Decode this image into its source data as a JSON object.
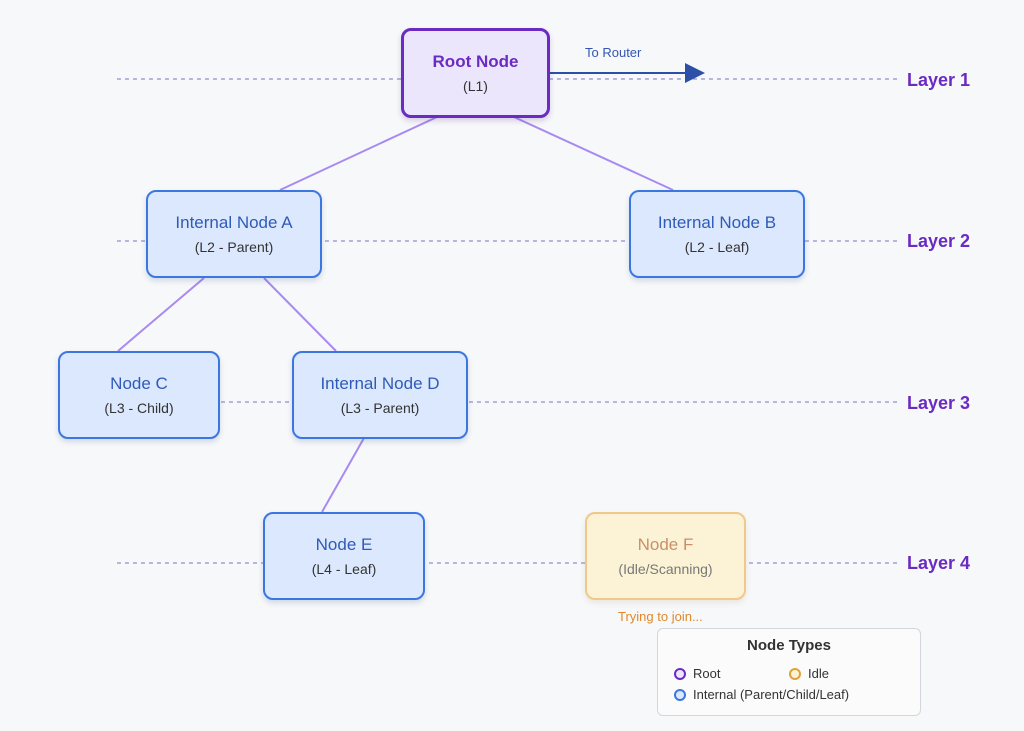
{
  "colors": {
    "root_fill": "#ece6fd",
    "root_border": "#6a2bc2",
    "internal_fill": "#dbe8fd",
    "internal_border": "#3b77e0",
    "idle_fill": "#fcf3d6",
    "idle_border": "#f0c88a",
    "edge": "#a98af0",
    "layer_label": "#6a2bc2",
    "router_arrow": "#2d4fa8",
    "join_text": "#e0892a"
  },
  "layers": [
    "Layer 1",
    "Layer 2",
    "Layer 3",
    "Layer 4"
  ],
  "nodes": {
    "root": {
      "title": "Root Node",
      "sub": "(L1)",
      "type": "root"
    },
    "a": {
      "title": "Internal Node A",
      "sub": "(L2 - Parent)",
      "type": "internal"
    },
    "b": {
      "title": "Internal Node B",
      "sub": "(L2 - Leaf)",
      "type": "internal"
    },
    "c": {
      "title": "Node C",
      "sub": "(L3 - Child)",
      "type": "internal"
    },
    "d": {
      "title": "Internal Node D",
      "sub": "(L3 - Parent)",
      "type": "internal"
    },
    "e": {
      "title": "Node E",
      "sub": "(L4 - Leaf)",
      "type": "internal"
    },
    "f": {
      "title": "Node F",
      "sub": "(Idle/Scanning)",
      "type": "idle"
    }
  },
  "edges": [
    [
      "root",
      "a"
    ],
    [
      "root",
      "b"
    ],
    [
      "a",
      "c"
    ],
    [
      "a",
      "d"
    ],
    [
      "d",
      "e"
    ]
  ],
  "router_label": "To Router",
  "join_label": "Trying to join...",
  "legend": {
    "title": "Node Types",
    "items": [
      {
        "label": "Root",
        "color": "#6a2bc2",
        "fill": "#ece6fd"
      },
      {
        "label": "Idle",
        "color": "#e0a23a",
        "fill": "#fcf3d6"
      },
      {
        "label": "Internal (Parent/Child/Leaf)",
        "color": "#3b77e0",
        "fill": "#dbe8fd"
      }
    ]
  }
}
